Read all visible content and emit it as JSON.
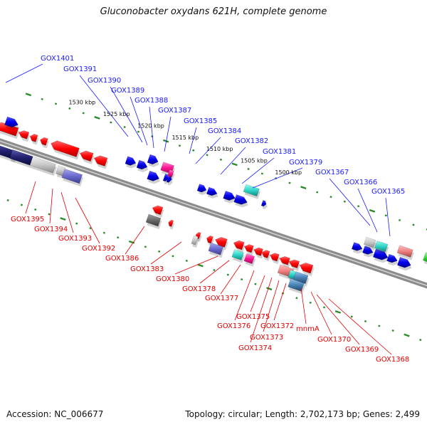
{
  "title": "Gluconobacter oxydans 621H, complete genome",
  "footer": {
    "accession": "Accession: NC_006677",
    "summary": "Topology: circular; Length: 2,702,173 bp; Genes: 2,499"
  },
  "colors": {
    "label_plus": "#1a1aff",
    "label_minus": "#e00000",
    "backbone": "#8c8c8c",
    "ticks": "#2e8b2e"
  },
  "ruler": [
    {
      "text": "1530 kbp",
      "kbp": 1530
    },
    {
      "text": "1525 kbp",
      "kbp": 1525
    },
    {
      "text": "1520 kbp",
      "kbp": 1520
    },
    {
      "text": "1515 kbp",
      "kbp": 1515
    },
    {
      "text": "1510 kbp",
      "kbp": 1510
    },
    {
      "text": "1505 kbp",
      "kbp": 1505
    },
    {
      "text": "1500 kbp",
      "kbp": 1500
    }
  ],
  "labels_plus": [
    "GOX1401",
    "GOX1391",
    "GOX1390",
    "GOX1389",
    "GOX1388",
    "GOX1387",
    "GOX1385",
    "GOX1384",
    "GOX1382",
    "GOX1381",
    "GOX1379",
    "GOX1367",
    "GOX1366",
    "GOX1365"
  ],
  "labels_minus": [
    "GOX1395",
    "GOX1394",
    "GOX1393",
    "GOX1392",
    "GOX1386",
    "GOX1383",
    "GOX1380",
    "GOX1378",
    "GOX1377",
    "GOX1375",
    "GOX1376",
    "GOX1372",
    "GOX1373",
    "GOX1374",
    "mnmA",
    "GOX1370",
    "GOX1369",
    "GOX1368"
  ]
}
